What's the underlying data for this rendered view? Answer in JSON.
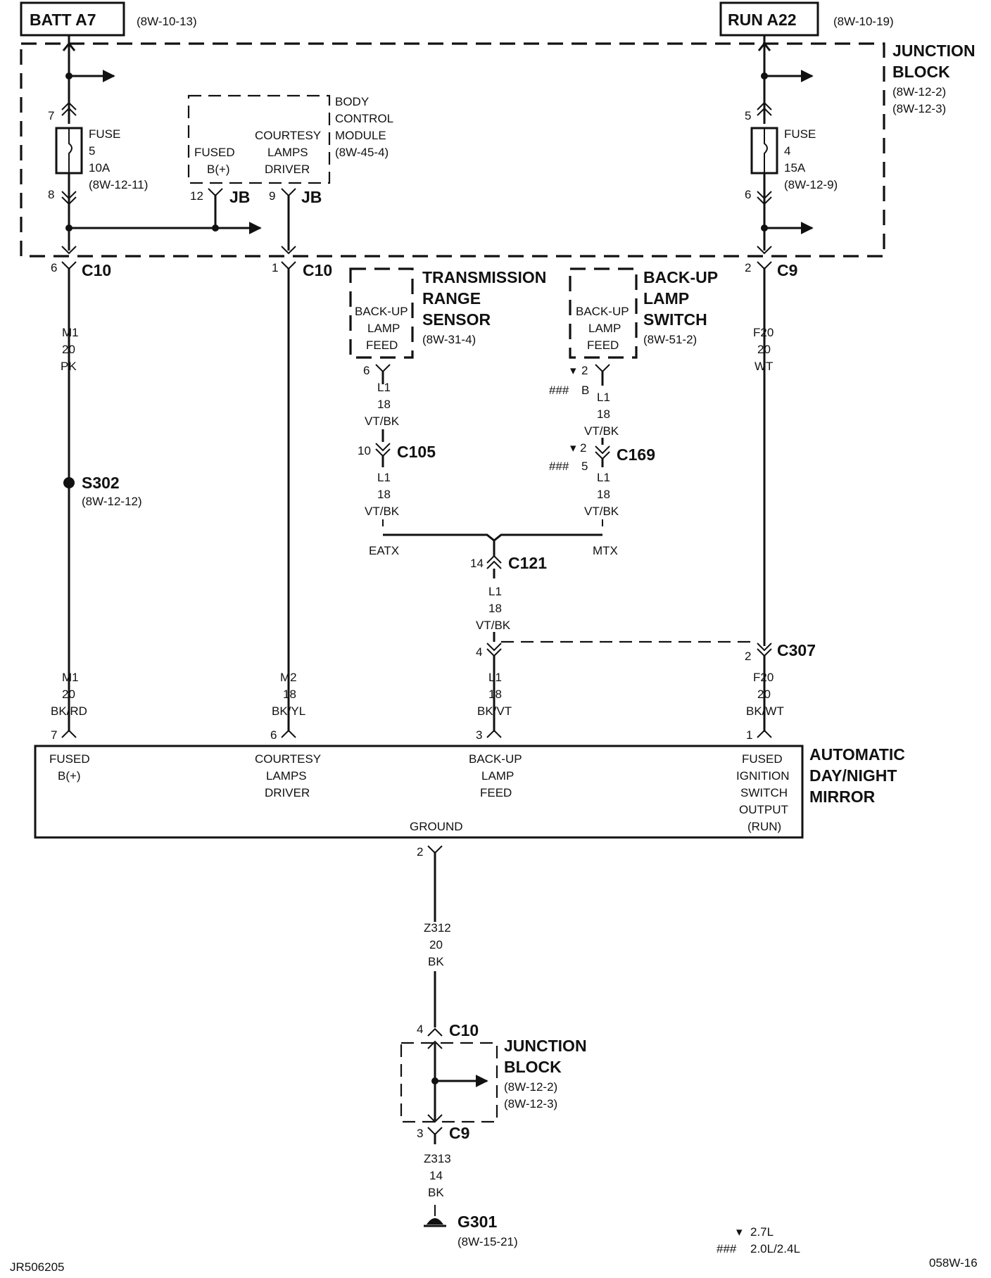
{
  "batt": {
    "label": "BATT A7",
    "ref": "(8W-10-13)"
  },
  "run": {
    "label": "RUN A22",
    "ref": "(8W-10-19)"
  },
  "junction_block_top": {
    "title1": "JUNCTION",
    "title2": "BLOCK",
    "ref1": "(8W-12-2)",
    "ref2": "(8W-12-3)"
  },
  "fuse5": {
    "pin_top": "7",
    "pin_bottom": "8",
    "l1": "FUSE",
    "l2": "5",
    "l3": "10A",
    "ref": "(8W-12-11)"
  },
  "fuse4": {
    "pin_top": "5",
    "pin_bottom": "6",
    "l1": "FUSE",
    "l2": "4",
    "l3": "15A",
    "ref": "(8W-12-9)"
  },
  "bcm": {
    "l1": "BODY",
    "l2": "CONTROL",
    "l3": "MODULE",
    "ref": "(8W-45-4)",
    "fused1": "FUSED",
    "fused2": "B(+)",
    "court1": "COURTESY",
    "court2": "LAMPS",
    "court3": "DRIVER",
    "pin12": "12",
    "pin9": "9",
    "jb": "JB"
  },
  "connectors": {
    "c10_6_pin": "6",
    "c10": "C10",
    "c10_1_pin": "1",
    "c9_2_pin": "2",
    "c9": "C9",
    "c105_pin": "10",
    "c105": "C105",
    "c169_pin": "2",
    "c169_pin2": "5",
    "c169": "C169",
    "c121_pin": "14",
    "c121": "C121",
    "c307_pin4": "4",
    "c307_pin2": "2",
    "c307": "C307",
    "c10b_pin": "4",
    "c9b_pin": "3"
  },
  "wires": {
    "m1_top": [
      "M1",
      "20",
      "PK"
    ],
    "f20_top": [
      "F20",
      "20",
      "WT"
    ],
    "l1_trs": [
      "L1",
      "18",
      "VT/BK"
    ],
    "l1_trs2": [
      "L1",
      "18",
      "VT/BK"
    ],
    "l1_bus": [
      "L1",
      "18",
      "VT/BK"
    ],
    "l1_bus2": [
      "L1",
      "18",
      "VT/BK"
    ],
    "l1_c121": [
      "L1",
      "18",
      "VT/BK"
    ],
    "m1_bot": [
      "M1",
      "20",
      "BK/RD"
    ],
    "m2_bot": [
      "M2",
      "18",
      "BK/YL"
    ],
    "l1_bot": [
      "L1",
      "18",
      "BK/VT"
    ],
    "f20_bot": [
      "F20",
      "20",
      "BK/WT"
    ],
    "z312": [
      "Z312",
      "20",
      "BK"
    ],
    "z313": [
      "Z313",
      "14",
      "BK"
    ]
  },
  "splice": {
    "label": "S302",
    "ref": "(8W-12-12)"
  },
  "trs": {
    "t1": "TRANSMISSION",
    "t2": "RANGE",
    "t3": "SENSOR",
    "ref": "(8W-31-4)",
    "i1": "BACK-UP",
    "i2": "LAMP",
    "i3": "FEED",
    "pin": "6"
  },
  "bls": {
    "t1": "BACK-UP",
    "t2": "LAMP",
    "t3": "SWITCH",
    "ref": "(8W-51-2)",
    "i1": "BACK-UP",
    "i2": "LAMP",
    "i3": "FEED",
    "pin": "2",
    "pin_alt": "B",
    "tri": "▾",
    "hash": "###"
  },
  "bus": {
    "eatx": "EATX",
    "mtx": "MTX"
  },
  "mirror": {
    "t1": "AUTOMATIC",
    "t2": "DAY/NIGHT",
    "t3": "MIRROR",
    "pin7": "7",
    "pin6": "6",
    "pin3": "3",
    "pin1": "1",
    "pin2": "2",
    "f1": "FUSED",
    "f2": "B(+)",
    "c1": "COURTESY",
    "c2": "LAMPS",
    "c3": "DRIVER",
    "b1": "BACK-UP",
    "b2": "LAMP",
    "b3": "FEED",
    "i1": "FUSED",
    "i2": "IGNITION",
    "i3": "SWITCH",
    "i4": "OUTPUT",
    "i5": "(RUN)",
    "ground": "GROUND"
  },
  "junction_block_bot": {
    "title1": "JUNCTION",
    "title2": "BLOCK",
    "ref1": "(8W-12-2)",
    "ref2": "(8W-12-3)"
  },
  "ground": {
    "label": "G301",
    "ref": "(8W-15-21)"
  },
  "legend": {
    "tri": "▾",
    "tri_label": "2.7L",
    "hash": "###",
    "hash_label": "2.0L/2.4L"
  },
  "footer": {
    "left": "JR506205",
    "right": "058W-16"
  }
}
